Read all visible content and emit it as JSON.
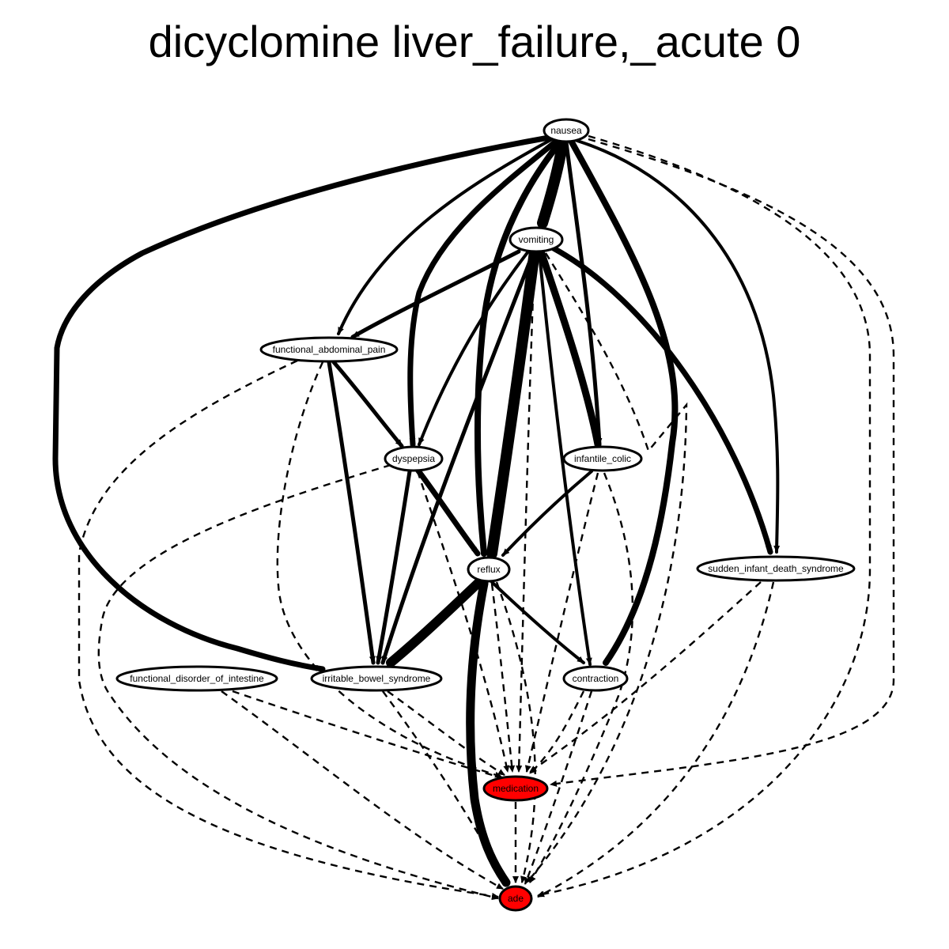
{
  "title": "dicyclomine liver_failure,_acute 0",
  "colors": {
    "highlight": "#ff0000",
    "normal": "#ffffff",
    "stroke": "#000000"
  },
  "nodes": {
    "nausea": "nausea",
    "vomiting": "vomiting",
    "functional_abdominal_pain": "functional_abdominal_pain",
    "dyspepsia": "dyspepsia",
    "infantile_colic": "infantile_colic",
    "reflux": "reflux",
    "sudden_infant_death_syndrome": "sudden_infant_death_syndrome",
    "functional_disorder_of_intestine": "functional_disorder_of_intestine",
    "irritable_bowel_syndrome": "irritable_bowel_syndrome",
    "contraction": "contraction",
    "medication": "medication",
    "ade": "ade"
  }
}
